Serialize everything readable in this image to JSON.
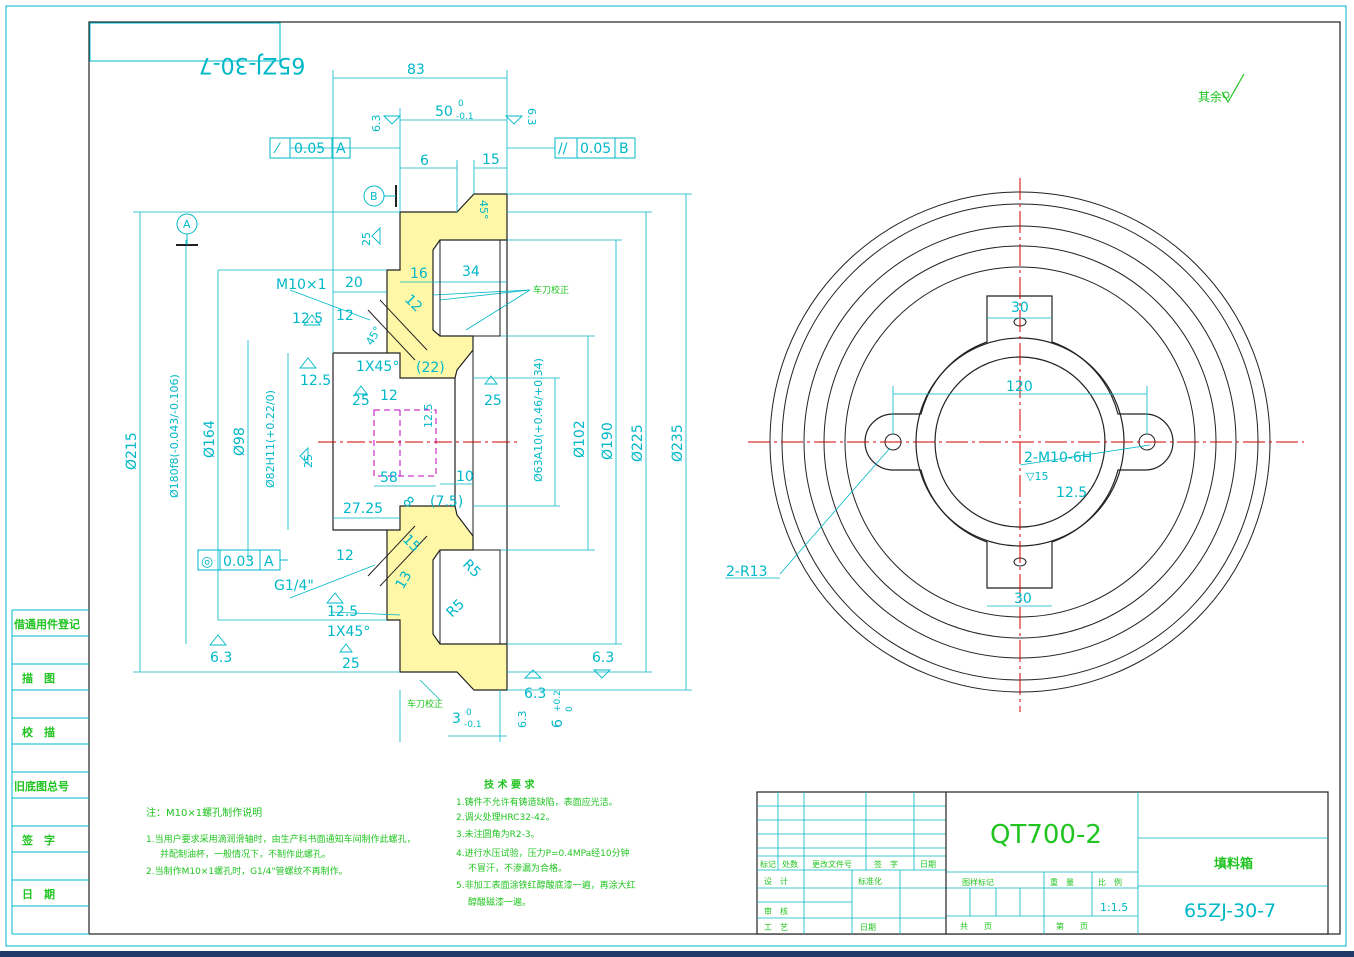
{
  "title_mirrored": "65ZJ-30-7",
  "roughness_note": "其余",
  "dims": {
    "d83": "83",
    "d50": "50",
    "d50_tol_up": "0",
    "d50_tol_lo": "-0.1",
    "d6": "6",
    "d15": "15",
    "d45": "45°",
    "r63_a": "6.3",
    "r63_b": "6.3",
    "r25_a": "25",
    "r25_b": "25",
    "r25_c": "25",
    "r25_d": "25",
    "r25_e": "25",
    "m10": "M10×1",
    "d20": "20",
    "d16": "16",
    "d34": "34",
    "d12a": "12",
    "d12b": "12",
    "d12c": "12",
    "d12d": "12",
    "r125_a": "12.5",
    "r125_b": "12.5",
    "r125_c": "12.5",
    "r125_d": "12.5",
    "chamfer1": "1X45°",
    "chamfer2": "1X45°",
    "d22": "(22)",
    "d45b": "45°",
    "d58": "58",
    "d10": "10",
    "d2725": "27.25",
    "d8": "8",
    "d75": "(7.5)",
    "d15b": "15",
    "d13": "13",
    "r5a": "R5",
    "r5b": "R5",
    "g14": "G1/4\"",
    "r63_c": "6.3",
    "r63_d": "6.3",
    "r63_e": "6.3",
    "r63_f": "6.3",
    "d3": "3",
    "d3_tol_up": "0",
    "d3_tol_lo": "-0.1",
    "d6b": "6",
    "d6b_tol_up": "+0.2",
    "d6b_tol_lo": "0",
    "phi215": "Ø215",
    "phi180": "Ø180f8(-0.043/-0.106)",
    "phi164": "Ø164",
    "phi98": "Ø98",
    "phi82": "Ø82H11(+0.22/0)",
    "phi63": "Ø63A10(+0.46/+0.34)",
    "phi102": "Ø102",
    "phi190": "Ø190",
    "phi225": "Ø225",
    "phi235": "Ø235",
    "tol1_sym": "⁄",
    "tol1_val": "0.05",
    "tol1_ref": "A",
    "tol2_sym": "//",
    "tol2_val": "0.05",
    "tol2_ref": "B",
    "tol3_sym": "◎",
    "tol3_val": "0.03",
    "tol3_ref": "A",
    "datum_a": "A",
    "datum_b": "B",
    "tool_note1": "车刀校正",
    "tool_note2": "车刀校正"
  },
  "plan_view": {
    "d30_top": "30",
    "d30_bot": "30",
    "d120": "120",
    "thread": "2-M10-6H",
    "depth": "▽15",
    "r125": "12.5",
    "r13": "2-R13"
  },
  "left_strip": [
    "借通用件登记",
    "描　图",
    "校　描",
    "旧底图总号",
    "签　字",
    "日　期"
  ],
  "notes_left": {
    "title": "注：M10×1螺孔制作说明",
    "line1": "1.当用户要求采用滴润滑轴时，由生产科书面通知车间制作此螺孔，",
    "line2": "并配制油杯，一般情况下，不制作此螺孔。",
    "line3": "2.当制作M10×1螺孔时，G1/4\"管螺纹不再制作。"
  },
  "notes_tech": {
    "title": "技 术 要 求",
    "line1": "1.铸件不允许有铸造缺陷，表面应光洁。",
    "line2": "2.调火处理HRC32-42。",
    "line3": "3.未注圆角为R2-3。",
    "line4": "4.进行水压试验，压力P=0.4MPa经10分钟",
    "line5": "不冒汗，不渗漏为合格。",
    "line6": "5.非加工表面涂铁红醇酸底漆一遍，再涂大红",
    "line7": "醇酸磁漆一遍。"
  },
  "title_block": {
    "material": "QT700-2",
    "part_name": "填料箱",
    "drawing_no": "65ZJ-30-7",
    "scale": "1:1.5",
    "h_mark": "标记",
    "h_count": "处数",
    "h_doc": "更改文件号",
    "h_sign": "签　字",
    "h_date": "日期",
    "h_design": "设　计",
    "h_std": "标准化",
    "h_stage": "图样标记",
    "h_weight": "重　量",
    "h_scale": "比　例",
    "h_check": "审　核",
    "h_process": "工　艺",
    "h_date2": "日期",
    "h_total": "共　　页",
    "h_page": "第　　页"
  }
}
